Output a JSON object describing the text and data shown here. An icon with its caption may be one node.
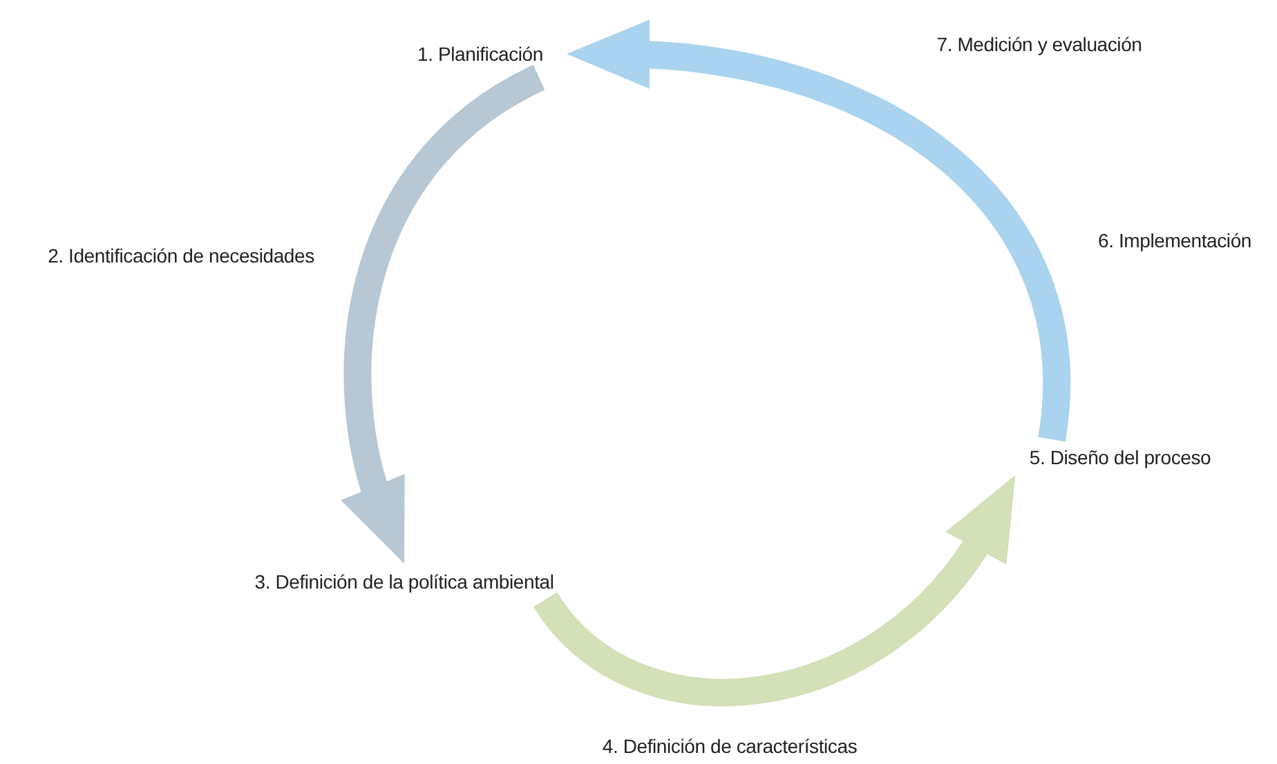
{
  "diagram": {
    "nodes": [
      {
        "text": [
          "1. Planificación"
        ]
      },
      {
        "text": [
          "2. Identificación de necesidades"
        ]
      },
      {
        "text": [
          "3. Definición de la política ambiental"
        ]
      },
      {
        "text": [
          "4. Definición de características"
        ]
      },
      {
        "text": [
          "5. Diseño del proceso"
        ]
      },
      {
        "text": [
          "6. Implementación"
        ]
      },
      {
        "text": [
          "7. Medición y evaluación"
        ]
      }
    ],
    "edges": [
      {
        "from": 0,
        "to": 2,
        "arrow": "to",
        "color": "#b7c7d3"
      },
      {
        "from": 2,
        "to": 4,
        "arrow": "to",
        "color": "#d3e0b8"
      },
      {
        "from": 4,
        "to": 0,
        "arrow": "to",
        "color": "#a9d3ee"
      }
    ]
  }
}
